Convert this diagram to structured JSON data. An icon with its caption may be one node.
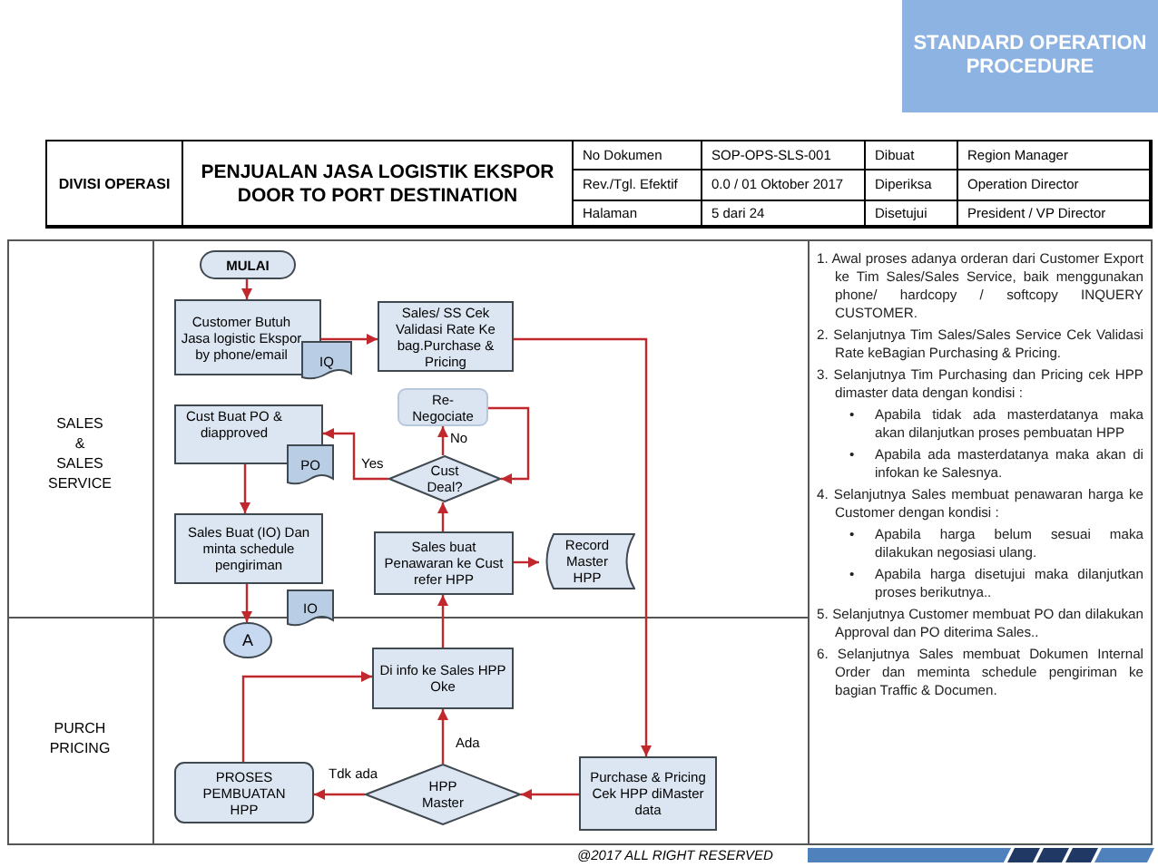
{
  "diagram": {
    "title": "PENJUALAN JASA LOGISTIK EKSPOR DOOR TO PORT DESTINATION",
    "nodes": [
      {
        "text": [
          "MULAI"
        ]
      },
      {
        "text": [
          "Customer Butuh Jasa logistic Ekspor by phone/email"
        ]
      },
      {
        "text": [
          "IQ"
        ]
      },
      {
        "text": [
          "Sales/ SS Cek Validasi Rate Ke bag.Purchase & Pricing"
        ]
      },
      {
        "text": [
          "Re- Negociate"
        ]
      },
      {
        "text": [
          "Cust Buat PO & diapproved"
        ]
      },
      {
        "text": [
          "PO"
        ]
      },
      {
        "text": [
          "Cust Deal?"
        ]
      },
      {
        "text": [
          "Sales Buat (IO) Dan minta schedule pengiriman"
        ]
      },
      {
        "text": [
          "IO"
        ]
      },
      {
        "text": [
          "Sales buat Penawaran ke Cust refer HPP"
        ]
      },
      {
        "text": [
          "Record Master HPP"
        ]
      },
      {
        "text": [
          "A"
        ]
      },
      {
        "text": [
          "Di info ke Sales HPP Oke"
        ]
      },
      {
        "text": [
          "PROSES PEMBUATAN HPP"
        ]
      },
      {
        "text": [
          "HPP Master"
        ]
      },
      {
        "text": [
          "Purchase & Pricing Cek HPP diMaster data"
        ]
      }
    ],
    "edges": [
      {
        "from": 0,
        "to": 1,
        "arrow": "to"
      },
      {
        "from": 1,
        "to": 3,
        "arrow": "to"
      },
      {
        "from": 3,
        "to": 16,
        "arrow": "to"
      },
      {
        "from": 16,
        "to": 15,
        "arrow": "to"
      },
      {
        "from": 15,
        "to": 13,
        "arrow": "to",
        "label": "Ada"
      },
      {
        "from": 15,
        "to": 14,
        "arrow": "to",
        "label": "Tdk ada"
      },
      {
        "from": 14,
        "to": 13,
        "arrow": "to"
      },
      {
        "from": 13,
        "to": 10,
        "arrow": "to"
      },
      {
        "from": 10,
        "to": 7,
        "arrow": "to"
      },
      {
        "from": 10,
        "to": 11,
        "arrow": "to"
      },
      {
        "from": 7,
        "to": 4,
        "arrow": "to",
        "label": "No"
      },
      {
        "from": 4,
        "to": 7,
        "arrow": "to"
      },
      {
        "from": 7,
        "to": 5,
        "arrow": "to",
        "label": "Yes"
      },
      {
        "from": 5,
        "to": 8,
        "arrow": "to"
      },
      {
        "from": 8,
        "to": 12,
        "arrow": "to"
      }
    ],
    "labels": [
      "STANDARD OPERATION PROCEDURE",
      "DIVISI OPERASI",
      "No Dokumen",
      "SOP-OPS-SLS-001",
      "Dibuat",
      "Region Manager",
      "Rev./Tgl. Efektif",
      "0.0 / 01 Oktober 2017",
      "Diperiksa",
      "Operation Director",
      "Halaman",
      "5  dari 24",
      "Disetujui",
      "President / VP Director",
      "SALES & SALES SERVICE",
      "1. Awal proses adanya orderan dari Customer Export ke Tim Sales/Sales Service, baik menggunakan phone/ hardcopy / softcopy INQUERY CUSTOMER.",
      "2. Selanjutnya Tim Sales/Sales Service Cek Validasi Rate keBagian Purchasing & Pricing.",
      "3. Selanjutnya Tim Purchasing dan Pricing cek HPP dimaster data dengan kondisi :",
      "•",
      "Apabila tidak ada masterdatanya maka akan dilanjutkan proses pembuatan HPP",
      "•",
      "Apabila ada masterdatanya maka akan di infokan ke Salesnya.",
      "4. Selanjutnya Sales membuat penawaran harga ke Customer dengan kondisi :",
      "•",
      "Apabila harga belum sesuai maka dilakukan negosiasi ulang.",
      "•",
      "Apabila harga disetujui maka dilanjutkan proses berikutnya..",
      "5. Selanjutnya Customer membuat PO dan dilakukan Approval dan PO diterima Sales..",
      "6. Selanjutnya Sales membuat Dokumen Internal Order dan meminta schedule pengiriman ke bagian  Traffic & Documen.",
      "PURCH PRICING",
      "@2017 ALL RIGHT RESERVED"
    ]
  }
}
